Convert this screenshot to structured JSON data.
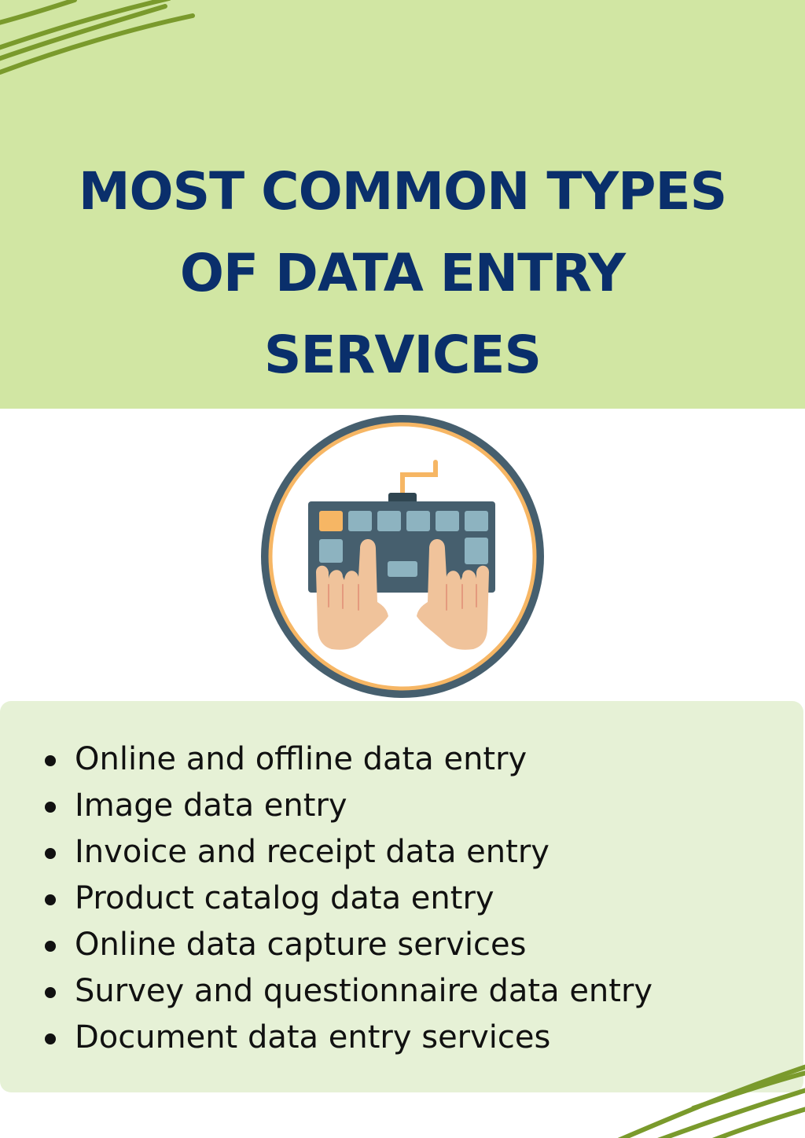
{
  "title": {
    "line1": "MOST COMMON TYPES",
    "line2": "OF DATA ENTRY",
    "line3": "SERVICES"
  },
  "illustration": {
    "icon": "keyboard-typing-hands-icon"
  },
  "services": [
    "Online and offline data entry",
    "Image data entry",
    "Invoice and receipt data entry",
    "Product catalog data entry",
    "Online data capture services",
    "Survey and questionnaire data entry",
    "Document data entry services"
  ],
  "colors": {
    "header_bg": "#d1e6a3",
    "title_text": "#0a2f6b",
    "list_panel_bg": "#e6f1d6",
    "scribble": "#7a9a2c",
    "icon_ring": "#465f6e",
    "icon_accent": "#f6b664",
    "skin": "#f0c39b"
  }
}
